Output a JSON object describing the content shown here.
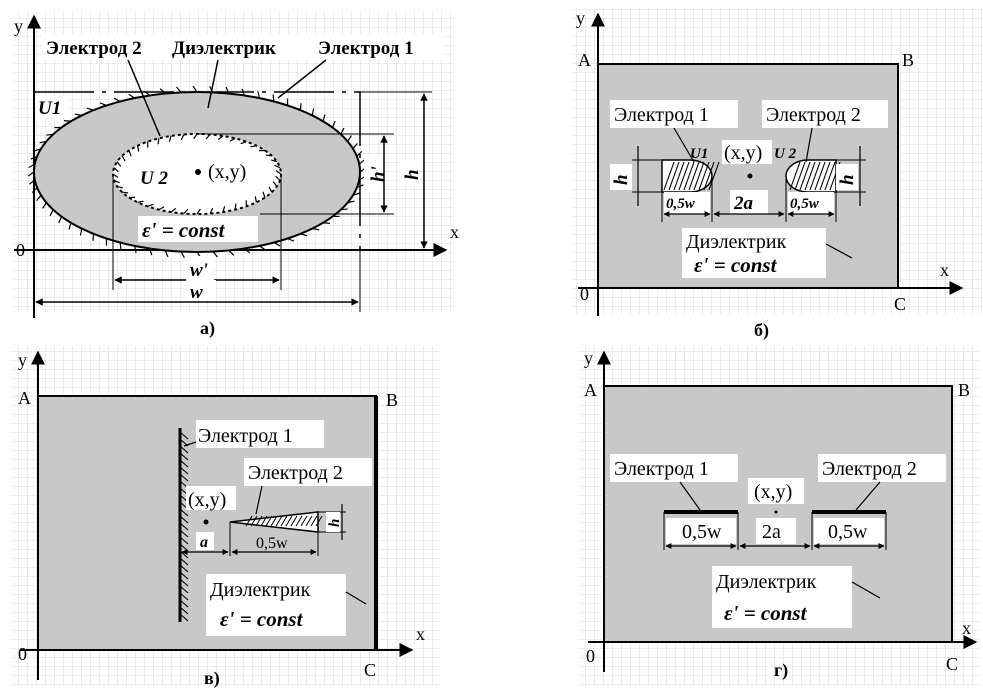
{
  "colors": {
    "dielectric": "#c8c8c8",
    "grid": "#d9d9d9",
    "ink": "#000000",
    "label_bg": "#ffffff"
  },
  "panel_a": {
    "caption": "а)",
    "electrode2": "Электрод 2",
    "dielectric": "Диэлектрик",
    "electrode1": "Электрод 1",
    "u1": "U1",
    "u2": "U 2",
    "point": "(x,y)",
    "h_prime": "h'",
    "h": "h",
    "w_prime": "w'",
    "w": "w",
    "eps": "ε' = const",
    "axis_x": "x",
    "axis_y": "y",
    "origin": "0"
  },
  "panel_b": {
    "caption": "б)",
    "corner_a": "A",
    "corner_b": "B",
    "corner_c": "C",
    "electrode1": "Электрод 1",
    "electrode2": "Электрод 2",
    "u1": "U1",
    "u2": "U 2",
    "point": "(x,y)",
    "h_left": "h",
    "h_right": "h",
    "half_w_left": "0,5w",
    "half_w_right": "0,5w",
    "gap": "2a",
    "dielectric": "Диэлектрик",
    "eps": "ε' = const",
    "axis_x": "x",
    "axis_y": "y",
    "origin": "0"
  },
  "panel_c": {
    "caption": "в)",
    "corner_a": "A",
    "corner_b": "B",
    "corner_c": "C",
    "electrode1": "Электрод 1",
    "electrode2": "Электрод 2",
    "point": "(x,y)",
    "gap": "a",
    "half_w": "0,5w",
    "h": "h",
    "dielectric": "Диэлектрик",
    "eps": "ε' = const",
    "axis_x": "x",
    "axis_y": "y",
    "origin": "0"
  },
  "panel_d": {
    "caption": "г)",
    "corner_a": "A",
    "corner_b": "B",
    "corner_c": "C",
    "electrode1": "Электрод 1",
    "electrode2": "Электрод 2",
    "point": "(x,y)",
    "half_w_left": "0,5w",
    "gap": "2a",
    "half_w_right": "0,5w",
    "dielectric": "Диэлектрик",
    "eps": "ε' = const",
    "axis_x": "x",
    "axis_y": "y",
    "origin": "0"
  }
}
